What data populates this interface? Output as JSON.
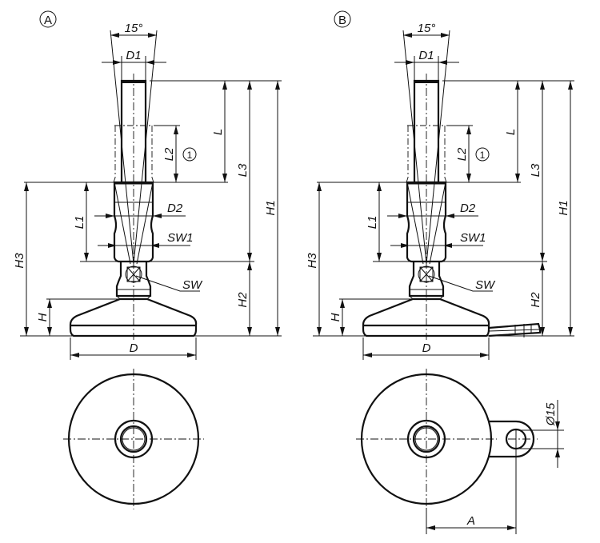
{
  "figure": {
    "title": "Levelling feet technical drawing",
    "variants": [
      {
        "key": "A",
        "marker": "A",
        "has_mounting_tab": false,
        "labels": {
          "angle": "15°",
          "D1": "D1",
          "L": "L",
          "L2": "L2",
          "L3": "L3",
          "H1": "H1",
          "L1": "L1",
          "D2": "D2",
          "SW1": "SW1",
          "SW": "SW",
          "H3": "H3",
          "H2": "H2",
          "H": "H",
          "D": "D",
          "callout": "1"
        }
      },
      {
        "key": "B",
        "marker": "B",
        "has_mounting_tab": true,
        "labels": {
          "angle": "15°",
          "D1": "D1",
          "L": "L",
          "L2": "L2",
          "L3": "L3",
          "H1": "H1",
          "L1": "L1",
          "D2": "D2",
          "SW1": "SW1",
          "SW": "SW",
          "H3": "H3",
          "H2": "H2",
          "H": "H",
          "D": "D",
          "callout": "1",
          "hole_dia": "Ø15",
          "A": "A"
        }
      }
    ]
  }
}
